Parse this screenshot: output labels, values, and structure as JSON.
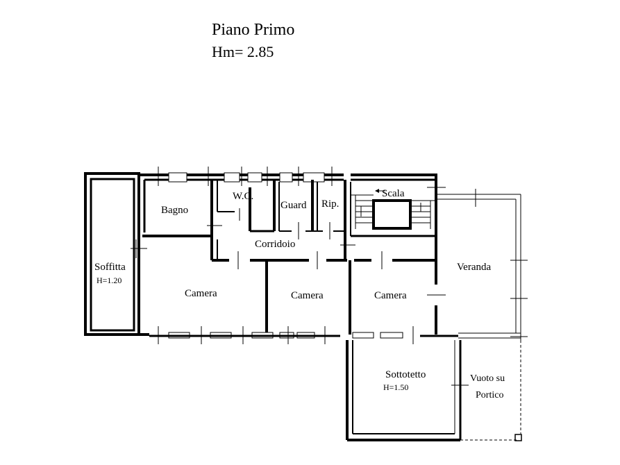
{
  "header": {
    "title": "Piano Primo",
    "height_label": "Hm= 2.85"
  },
  "rooms": {
    "bagno": "Bagno",
    "wc": "W.C.",
    "guard": "Guard",
    "rip": "Rip.",
    "scala": "Scala",
    "corridoio": "Corridoio",
    "soffitta": "Soffitta",
    "soffitta_h": "H=1.20",
    "camera_1": "Camera",
    "camera_2": "Camera",
    "camera_3": "Camera",
    "veranda": "Veranda",
    "sottotetto": "Sottotetto",
    "sottotetto_h": "H=1.50",
    "vuoto_line1": "Vuoto su",
    "vuoto_line2": "Portico"
  }
}
